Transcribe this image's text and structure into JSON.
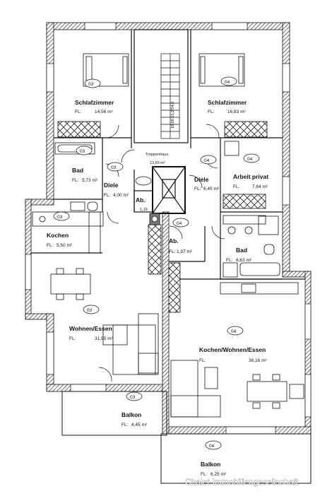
{
  "rooms": {
    "schlafzimmer_03": {
      "name": "Schlafzimmer",
      "prefix": "FL:",
      "area": "14,56 m²",
      "unit": "03"
    },
    "schlafzimmer_04": {
      "name": "Schlafzimmer",
      "prefix": "FL:",
      "area": "16,83 m²",
      "unit": "04"
    },
    "treppenhaus": {
      "name": "Treppenhaus",
      "area": "13,65 m²"
    },
    "bad_03": {
      "name": "Bad",
      "prefix": "FL:",
      "area": "5,73 m²",
      "unit": "03"
    },
    "diele_03": {
      "name": "Diele",
      "prefix": "FL:",
      "area": "4,00 m²",
      "unit": "03"
    },
    "ab_03": {
      "name": "Ab.",
      "area": "1,19"
    },
    "diele_04": {
      "name": "Diele",
      "prefix": "FL:",
      "area": "6,45 m²",
      "unit": "04"
    },
    "arbeit_04": {
      "name": "Arbeit privat",
      "prefix": "FL:",
      "area": "7,64 m²",
      "unit": "04"
    },
    "ab_04": {
      "name": "Ab.",
      "prefix": "FL:",
      "area": "1,97 m²",
      "unit": "04"
    },
    "bad_04": {
      "name": "Bad",
      "prefix": "FL:",
      "area": "6,63 m²"
    },
    "kochen_03": {
      "name": "Kochen",
      "prefix": "FL:",
      "area": "5,50 m²",
      "unit": "03"
    },
    "wohnen_03": {
      "name": "Wohnen/Essen",
      "prefix": "FL:",
      "area": "31,95 m²",
      "unit": "03"
    },
    "kwe_04": {
      "name": "Kochen/Wohnen/Essen",
      "prefix": "FL:",
      "area": "38,16 m²",
      "unit": "04"
    },
    "balkon_03": {
      "name": "Balkon",
      "prefix": "FL:",
      "area": "4,45 m²",
      "unit": "03"
    },
    "balkon_04": {
      "name": "Balkon",
      "prefix": "FL:",
      "area": "6,25 m²",
      "unit": "04"
    }
  },
  "stair_note": "18,09 15,2/24,0",
  "watermark": "Chalet-Immobiliengesellschaft",
  "colors": {
    "wall": "#555555",
    "hatch": "#222222",
    "line": "#111111"
  }
}
